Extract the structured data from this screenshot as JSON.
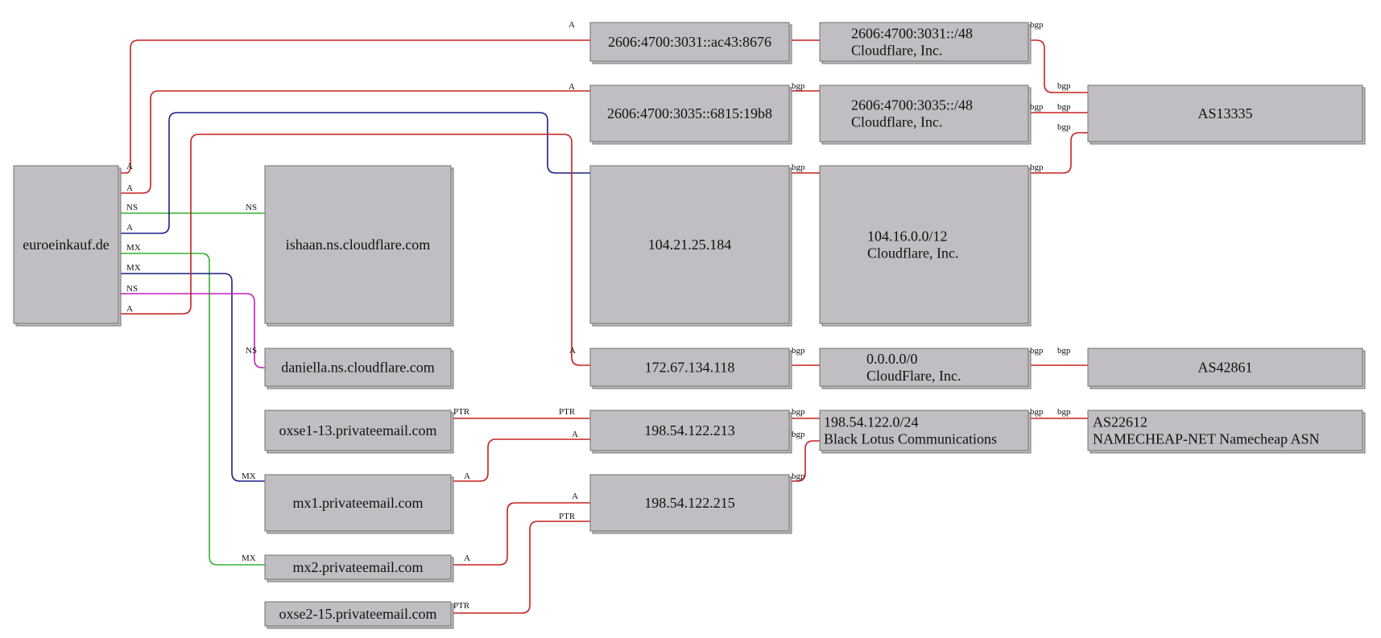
{
  "colors": {
    "A": "#c8201f",
    "bgp": "#c8201f",
    "PTR": "#c8201f",
    "NS_ishaan": "#2fb52f",
    "MX_mx2": "#2fb52f",
    "NS_daniella": "#bd20b8",
    "A_blue": "#1b1f85",
    "MX_mx1": "#1b1f85",
    "node_fill": "#c0bec2"
  },
  "nodes": [
    {
      "id": "domain",
      "lines": [
        "euroeinkauf.de"
      ]
    },
    {
      "id": "ns1",
      "lines": [
        "ishaan.ns.cloudflare.com"
      ]
    },
    {
      "id": "ns2",
      "lines": [
        "daniella.ns.cloudflare.com"
      ]
    },
    {
      "id": "ptr1",
      "lines": [
        "oxse1-13.privateemail.com"
      ]
    },
    {
      "id": "mx1",
      "lines": [
        "mx1.privateemail.com"
      ]
    },
    {
      "id": "mx2",
      "lines": [
        "mx2.privateemail.com"
      ]
    },
    {
      "id": "ptr2",
      "lines": [
        "oxse2-15.privateemail.com"
      ]
    },
    {
      "id": "ip6a",
      "lines": [
        "2606:4700:3031::ac43:8676"
      ]
    },
    {
      "id": "ip6b",
      "lines": [
        "2606:4700:3035::6815:19b8"
      ]
    },
    {
      "id": "ip4a",
      "lines": [
        "104.21.25.184"
      ]
    },
    {
      "id": "ip4b",
      "lines": [
        "172.67.134.118"
      ]
    },
    {
      "id": "ip4c",
      "lines": [
        "198.54.122.213"
      ]
    },
    {
      "id": "ip4d",
      "lines": [
        "198.54.122.215"
      ]
    },
    {
      "id": "pfx6a",
      "lines": [
        "2606:4700:3031::/48",
        "Cloudflare, Inc."
      ]
    },
    {
      "id": "pfx6b",
      "lines": [
        "2606:4700:3035::/48",
        "Cloudflare, Inc."
      ]
    },
    {
      "id": "pfx4a",
      "lines": [
        "104.16.0.0/12",
        "Cloudflare, Inc."
      ]
    },
    {
      "id": "pfx4b",
      "lines": [
        "0.0.0.0/0",
        "CloudFlare, Inc."
      ]
    },
    {
      "id": "pfx4c",
      "lines": [
        "198.54.122.0/24",
        "Black Lotus Communications"
      ]
    },
    {
      "id": "as1",
      "lines": [
        "AS13335"
      ]
    },
    {
      "id": "as2",
      "lines": [
        "AS42861"
      ]
    },
    {
      "id": "as3",
      "lines": [
        "AS22612",
        "NAMECHEAP-NET Namecheap ASN"
      ]
    }
  ],
  "edges": [
    {
      "id": "e-dom-ip6a",
      "from": "euroeinkauf.de",
      "to": "2606:4700:3031::ac43:8676",
      "label": "A",
      "color_key": "A"
    },
    {
      "id": "e-dom-ip6b",
      "from": "euroeinkauf.de",
      "to": "2606:4700:3035::6815:19b8",
      "label": "A",
      "color_key": "A"
    },
    {
      "id": "e-dom-ns1",
      "from": "euroeinkauf.de",
      "to": "ishaan.ns.cloudflare.com",
      "label": "NS",
      "color_key": "NS_ishaan"
    },
    {
      "id": "e-dom-ip4a",
      "from": "euroeinkauf.de",
      "to": "104.21.25.184",
      "label": "A",
      "color_key": "A_blue"
    },
    {
      "id": "e-dom-mx2",
      "from": "euroeinkauf.de",
      "to": "mx2.privateemail.com",
      "label": "MX",
      "color_key": "MX_mx2"
    },
    {
      "id": "e-dom-mx1",
      "from": "euroeinkauf.de",
      "to": "mx1.privateemail.com",
      "label": "MX",
      "color_key": "MX_mx1"
    },
    {
      "id": "e-dom-ns2",
      "from": "euroeinkauf.de",
      "to": "daniella.ns.cloudflare.com",
      "label": "NS",
      "color_key": "NS_daniella"
    },
    {
      "id": "e-dom-ip4b",
      "from": "euroeinkauf.de",
      "to": "172.67.134.118",
      "label": "A",
      "color_key": "A"
    },
    {
      "id": "e-ptr1-ip4c",
      "from": "oxse1-13.privateemail.com",
      "to": "198.54.122.213",
      "label": "PTR",
      "color_key": "PTR"
    },
    {
      "id": "e-mx1-ip4c",
      "from": "mx1.privateemail.com",
      "to": "198.54.122.213",
      "label": "A",
      "color_key": "A"
    },
    {
      "id": "e-mx2-ip4d",
      "from": "mx2.privateemail.com",
      "to": "198.54.122.215",
      "label": "A",
      "color_key": "A"
    },
    {
      "id": "e-ptr2-ip4d",
      "from": "oxse2-15.privateemail.com",
      "to": "198.54.122.215",
      "label": "PTR",
      "color_key": "PTR"
    },
    {
      "id": "e-ip6a-pfx6a",
      "from": "2606:4700:3031::ac43:8676",
      "to": "2606:4700:3031::/48",
      "label": "bgp",
      "color_key": "bgp"
    },
    {
      "id": "e-ip6b-pfx6b",
      "from": "2606:4700:3035::6815:19b8",
      "to": "2606:4700:3035::/48",
      "label": "bgp",
      "color_key": "bgp"
    },
    {
      "id": "e-ip4a-pfx4a",
      "from": "104.21.25.184",
      "to": "104.16.0.0/12",
      "label": "bgp",
      "color_key": "bgp"
    },
    {
      "id": "e-ip4b-pfx4b",
      "from": "172.67.134.118",
      "to": "0.0.0.0/0",
      "label": "bgp",
      "color_key": "bgp"
    },
    {
      "id": "e-ip4c-pfx4c",
      "from": "198.54.122.213",
      "to": "198.54.122.0/24",
      "label": "bgp",
      "color_key": "bgp"
    },
    {
      "id": "e-ip4d-pfx4c",
      "from": "198.54.122.215",
      "to": "198.54.122.0/24",
      "label": "bgp",
      "color_key": "bgp"
    },
    {
      "id": "e-pfx6a-as1",
      "from": "2606:4700:3031::/48",
      "to": "AS13335",
      "label": "bgp",
      "color_key": "bgp"
    },
    {
      "id": "e-pfx6b-as1",
      "from": "2606:4700:3035::/48",
      "to": "AS13335",
      "label": "bgp",
      "color_key": "bgp"
    },
    {
      "id": "e-pfx4a-as1",
      "from": "104.16.0.0/12",
      "to": "AS13335",
      "label": "bgp",
      "color_key": "bgp"
    },
    {
      "id": "e-pfx4b-as2",
      "from": "0.0.0.0/0",
      "to": "AS42861",
      "label": "bgp",
      "color_key": "bgp"
    },
    {
      "id": "e-pfx4c-as3",
      "from": "198.54.122.0/24",
      "to": "AS22612",
      "label": "bgp",
      "color_key": "bgp"
    }
  ]
}
